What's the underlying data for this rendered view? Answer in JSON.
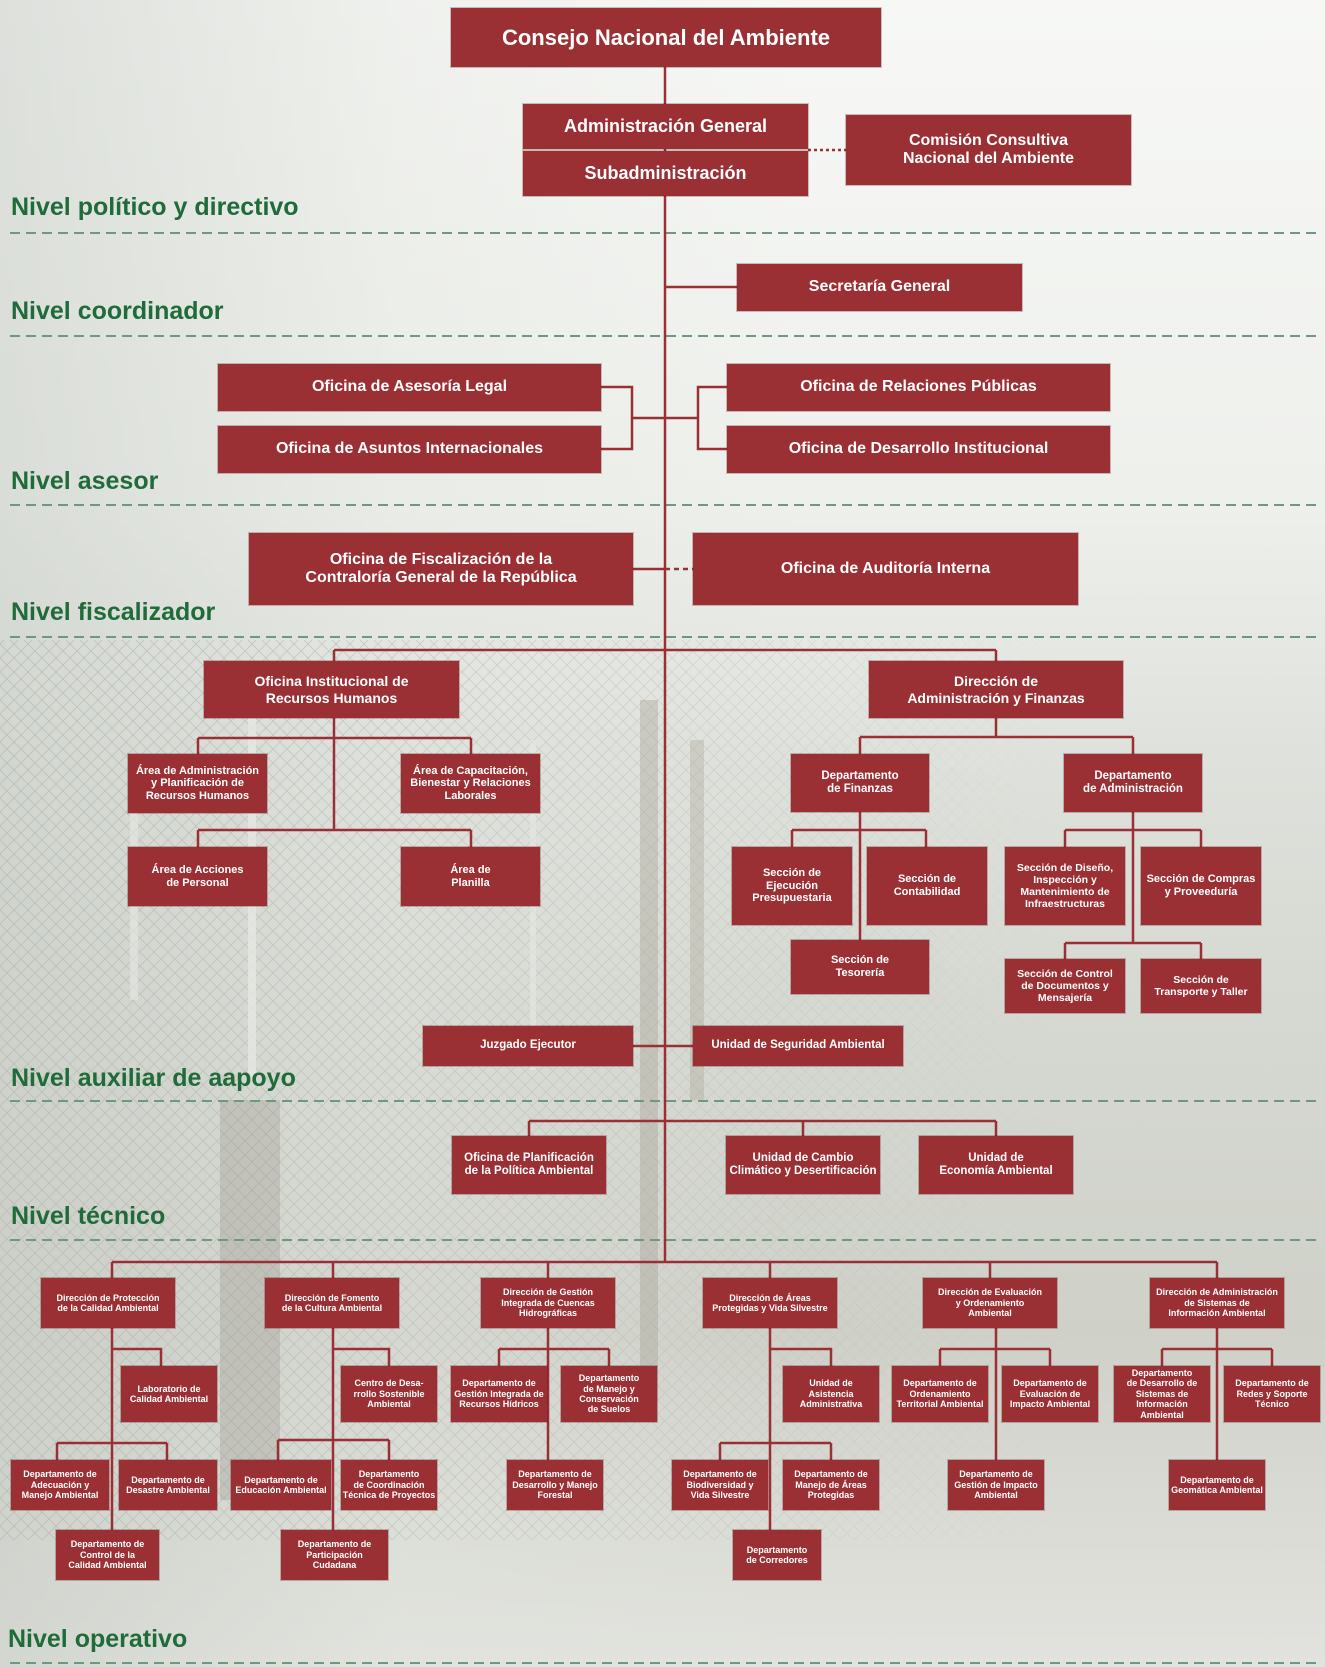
{
  "levels": {
    "politico": "Nivel político y directivo",
    "coordinador": "Nivel coordinador",
    "asesor": "Nivel asesor",
    "fiscalizador": "Nivel fiscalizador",
    "auxiliar": "Nivel auxiliar de aapoyo",
    "tecnico": "Nivel técnico",
    "operativo": "Nivel operativo"
  },
  "nodes": {
    "consejo": "Consejo Nacional del Ambiente",
    "admin_general": "Administración General",
    "subadmin": "Subadministración",
    "comision": "Comisión Consultiva\nNacional del Ambiente",
    "secretaria": "Secretaría General",
    "asesoria_legal": "Oficina de Asesoría Legal",
    "asuntos_int": "Oficina de Asuntos Internacionales",
    "relaciones": "Oficina de Relaciones Públicas",
    "desarrollo_inst": "Oficina de Desarrollo Institucional",
    "fiscalizacion": "Oficina de Fiscalización de la\nContraloría General de la República",
    "auditoria": "Oficina de Auditoría Interna",
    "rrhh": "Oficina Institucional de\nRecursos Humanos",
    "daf": "Dirección de\nAdministración y Finanzas",
    "area_admin_rrhh": "Área de Administración\ny Planificación de\nRecursos Humanos",
    "area_capacitacion": "Área de Capacitación,\nBienestar y Relaciones\nLaborales",
    "area_acciones": "Área de Acciones\nde Personal",
    "area_planilla": "Área de\nPlanilla",
    "depto_finanzas": "Departamento\nde Finanzas",
    "depto_admin": "Departamento\nde Administración",
    "sec_ejecucion": "Sección de\nEjecución\nPresupuestaria",
    "sec_contabilidad": "Sección de\nContabilidad",
    "sec_tesoreria": "Sección de\nTesorería",
    "sec_diseno": "Sección de Diseño,\nInspección y\nMantenimiento de\nInfraestructuras",
    "sec_compras": "Sección de Compras\ny Proveeduría",
    "sec_control_doc": "Sección de Control\nde Documentos y\nMensajería",
    "sec_transporte": "Sección de\nTransporte y Taller",
    "juzgado": "Juzgado Ejecutor",
    "unidad_seguridad": "Unidad de Seguridad Ambiental",
    "planificacion": "Oficina de Planificación\nde la Política Ambiental",
    "cambio_climatico": "Unidad de Cambio\nClimático y Desertificación",
    "economia": "Unidad de\nEconomía Ambiental",
    "dir_proteccion": "Dirección de Protección\nde la Calidad Ambiental",
    "dir_fomento": "Dirección de Fomento\nde la Cultura Ambiental",
    "dir_cuencas": "Dirección de Gestión\nIntegrada de Cuencas\nHidrográficas",
    "dir_areas": "Dirección de Áreas\nProtegidas y Vida Silvestre",
    "dir_evaluacion": "Dirección de Evaluación\ny Ordenamiento\nAmbiental",
    "dir_sistemas": "Dirección de Administración\nde Sistemas de\nInformación Ambiental",
    "lab_calidad": "Laboratorio de\nCalidad Ambiental",
    "depto_adecuacion": "Departamento de\nAdecuación y\nManejo Ambiental",
    "depto_desastre": "Departamento de\nDesastre Ambiental",
    "depto_control_calidad": "Departamento de\nControl de la\nCalidad Ambiental",
    "centro_desarrollo": "Centro de Desa-\nrrollo Sostenible\nAmbiental",
    "depto_educacion": "Departamento de\nEducación Ambiental",
    "depto_coordinacion": "Departamento\nde Coordinación\nTécnica de Proyectos",
    "depto_participacion": "Departamento de\nParticipación\nCudadana",
    "depto_recursos_hidricos": "Departamento de\nGestión Integrada de\nRecursos Hídricos",
    "depto_suelos": "Departamento\nde Manejo y\nConservación\nde Suelos",
    "depto_forestal": "Departamento de\nDesarrollo y Manejo\nForestal",
    "unidad_asistencia": "Unidad de\nAsistencia\nAdministrativa",
    "depto_biodiversidad": "Departamento de\nBiodiversidad y\nVida Silvestre",
    "depto_manejo_areas": "Departamento de\nManejo de Áreas\nProtegidas",
    "depto_corredores": "Departamento\nde Corredores",
    "depto_ordenamiento": "Departamento de\nOrdenamiento\nTerritorial Ambiental",
    "depto_eval_impacto": "Departamento de\nEvaluación de\nImpacto Ambiental",
    "depto_gestion_impacto": "Departamento de\nGestión de Impacto\nAmbiental",
    "depto_desarrollo_sistemas": "Departamento\nde Desarrollo de\nSistemas de\nInformación Ambiental",
    "depto_redes": "Departamento de\nRedes y Soporte\nTécnico",
    "depto_geomatica": "Departamento de\nGeomática Ambiental"
  },
  "colors": {
    "box": "#9b3034",
    "line": "#9b3034",
    "level_text": "#1f6b3a",
    "dash": "#6d9a7c"
  }
}
